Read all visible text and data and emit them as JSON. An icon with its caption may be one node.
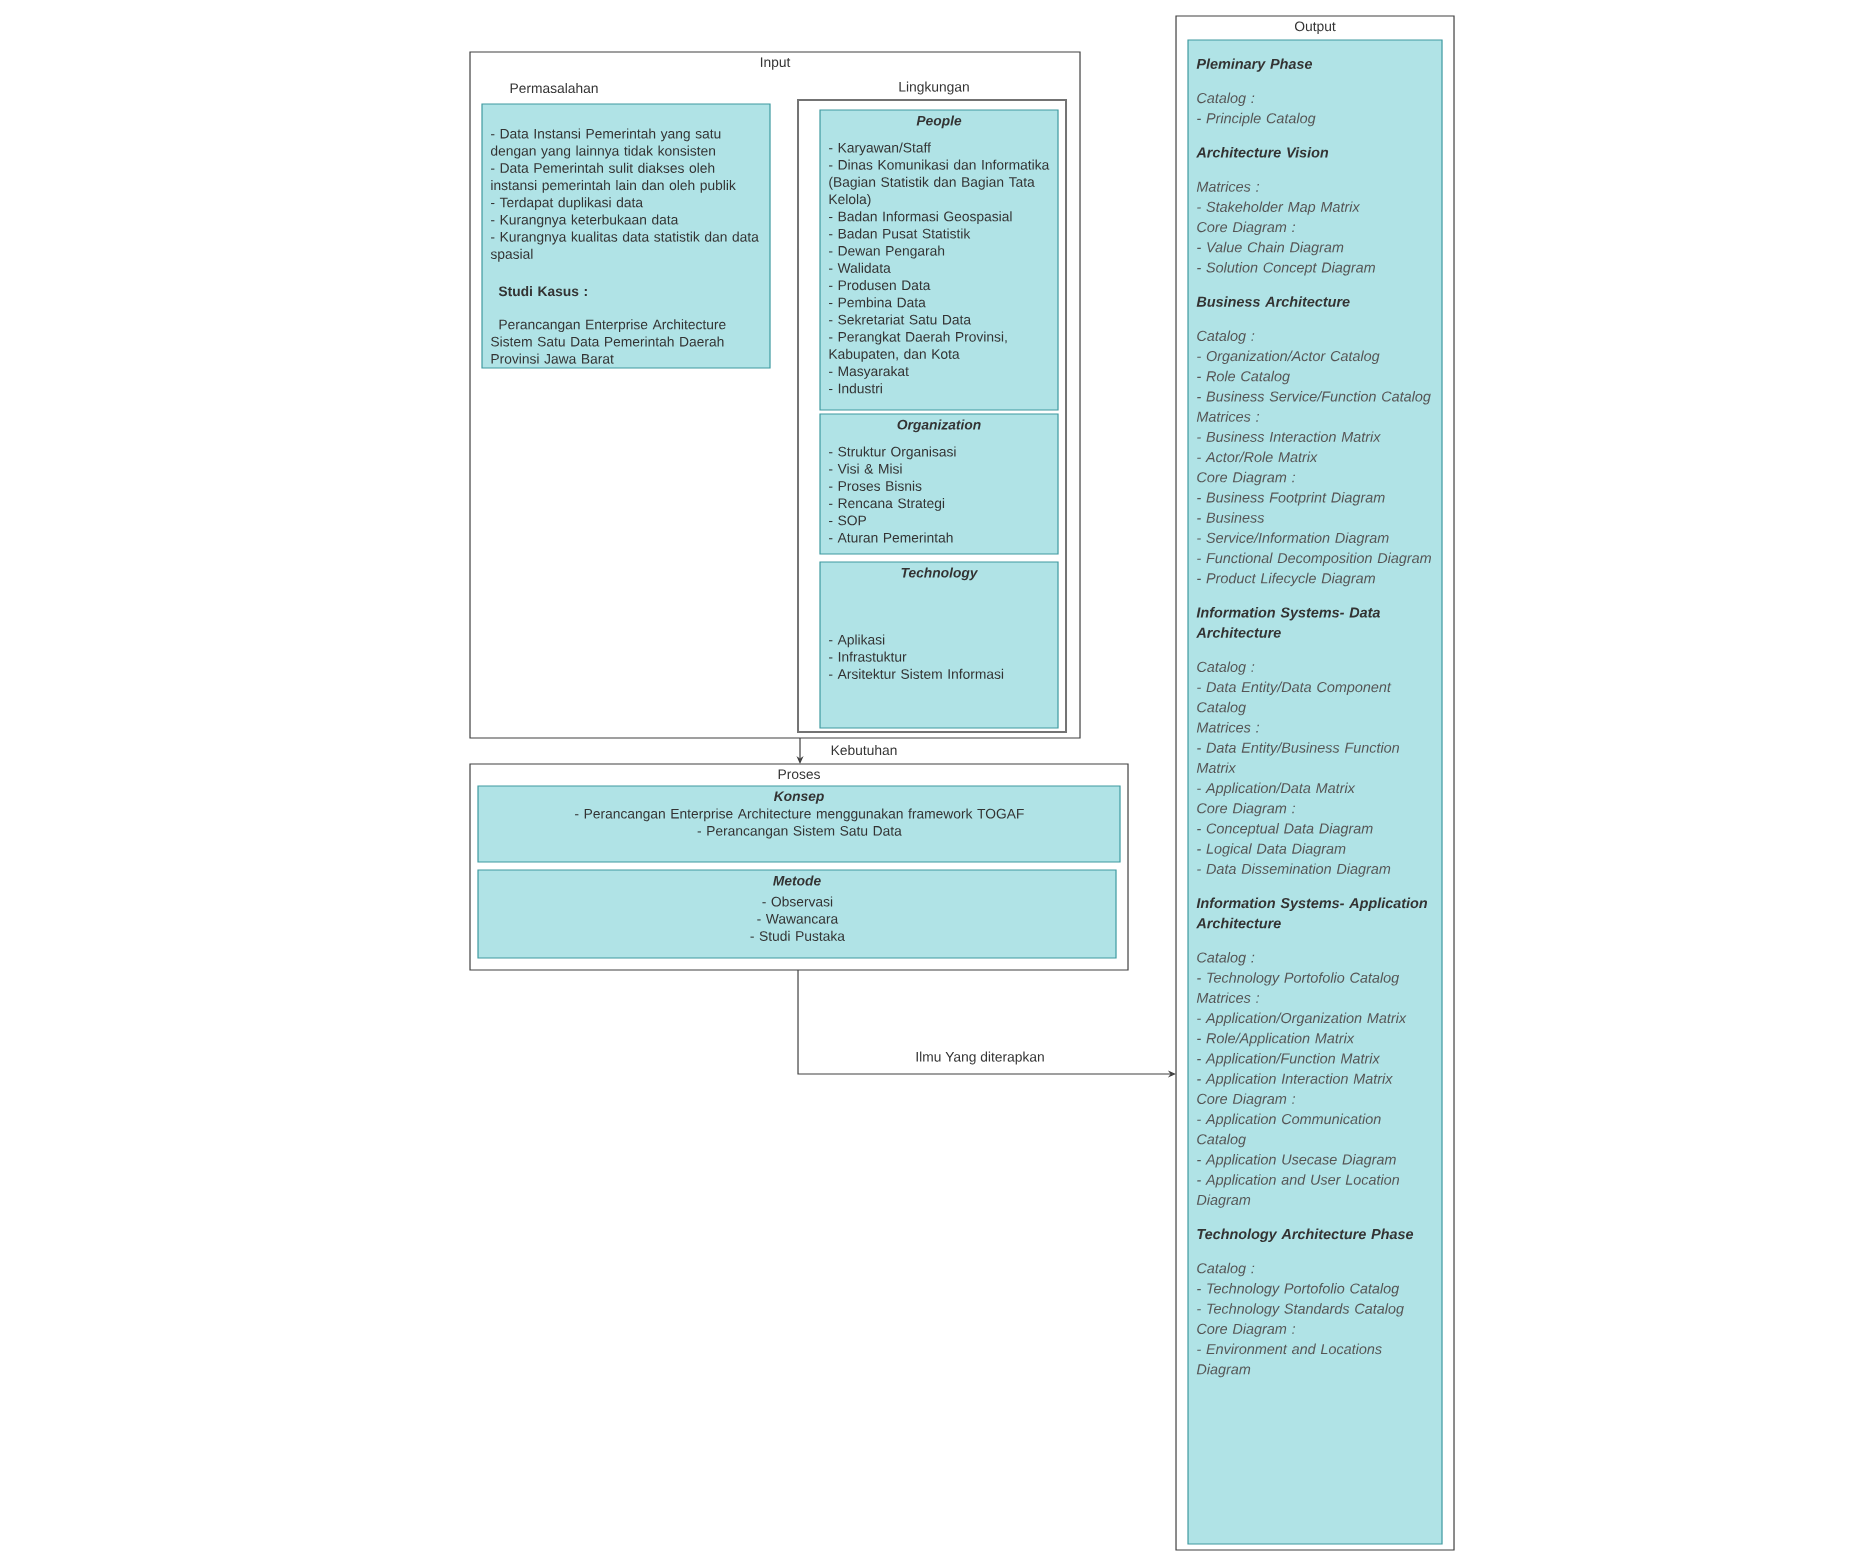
{
  "diagram": {
    "nodes": [
      {
        "text": [
          "Input"
        ]
      },
      {
        "text": [
          "Permasalahan",
          "- Data Instansi Pemerintah yang satu dengan yang lainnya tidak konsisten",
          "- Data Pemerintah sulit diakses oleh instansi pemerintah lain dan oleh publik",
          "- Terdapat duplikasi data",
          "- Kurangnya keterbukaan data",
          "- Kurangnya kualitas data statistik dan data spasial",
          "Studi Kasus :",
          "Perancangan Enterprise Architecture Sistem Satu Data Pemerintah Daerah Provinsi Jawa Barat"
        ],
        "in": 0
      },
      {
        "text": [
          "Lingkungan"
        ],
        "in": 0
      },
      {
        "text": [
          "People",
          "- Karyawan/Staff",
          "- Dinas Komunikasi dan Informatika (Bagian Statistik dan Bagian Tata Kelola)",
          "- Badan Informasi Geospasial",
          "- Badan Pusat Statistik",
          "- Dewan Pengarah",
          "- Walidata",
          "- Produsen Data",
          "- Pembina Data",
          "- Sekretariat Satu Data",
          "- Perangkat Daerah Provinsi, Kabupaten, dan Kota",
          "- Masyarakat",
          "- Industri"
        ],
        "in": 2
      },
      {
        "text": [
          "Organization",
          "- Struktur Organisasi",
          "- Visi & Misi",
          "- Proses Bisnis",
          "- Rencana Strategi",
          "- SOP",
          "- Aturan Pemerintah"
        ],
        "in": 2
      },
      {
        "text": [
          "Technology",
          "- Aplikasi",
          "- Infrastuktur",
          "- Arsitektur Sistem Informasi"
        ],
        "in": 2
      },
      {
        "text": [
          "Proses"
        ]
      },
      {
        "text": [
          "Konsep",
          "- Perancangan Enterprise Architecture menggunakan framework TOGAF",
          "- Perancangan Sistem Satu Data"
        ],
        "in": 6
      },
      {
        "text": [
          "Metode",
          "- Observasi",
          "- Wawancara",
          "- Studi Pustaka"
        ],
        "in": 6
      },
      {
        "text": [
          "Output"
        ]
      },
      {
        "text": [
          "Pleminary Phase",
          "Catalog :",
          "- Principle Catalog",
          "Architecture Vision",
          "Matrices :",
          "- Stakeholder Map Matrix",
          "Core Diagram :",
          "- Value Chain Diagram",
          "- Solution Concept Diagram",
          "Business Architecture",
          "Catalog :",
          "- Organization/Actor Catalog",
          "- Role Catalog",
          "- Business Service/Function Catalog",
          "Matrices :",
          "- Business Interaction Matrix",
          "- Actor/Role Matrix",
          "Core Diagram :",
          "- Business Footprint Diagram",
          "- Business",
          "- Service/Information Diagram",
          "- Functional Decomposition Diagram",
          "- Product Lifecycle Diagram",
          "Information Systems- Data Architecture",
          "Catalog :",
          "- Data Entity/Data Component Catalog",
          "Matrices :",
          "- Data Entity/Business Function Matrix",
          "- Application/Data Matrix",
          "Core Diagram :",
          "- Conceptual Data Diagram",
          "- Logical Data Diagram",
          "- Data Dissemination Diagram",
          "Information Systems- Application Architecture",
          "Catalog :",
          "- Technology Portofolio Catalog",
          "Matrices :",
          "- Application/Organization Matrix",
          "- Role/Application Matrix",
          "- Application/Function Matrix",
          "- Application Interaction Matrix",
          "Core Diagram :",
          "- Application Communication Catalog",
          "- Application Usecase Diagram",
          "- Application and User Location Diagram",
          "Technology Architecture Phase",
          "Catalog :",
          "- Technology Portofolio Catalog",
          "- Technology Standards Catalog",
          "Core Diagram :",
          "- Environment and Locations Diagram"
        ],
        "in": 9
      }
    ],
    "edges": [
      {
        "from": 0,
        "to": 6,
        "arrow": "to",
        "label": "Kebutuhan"
      },
      {
        "from": 6,
        "to": 9,
        "arrow": "to",
        "label": "Ilmu Yang diterapkan"
      }
    ]
  }
}
